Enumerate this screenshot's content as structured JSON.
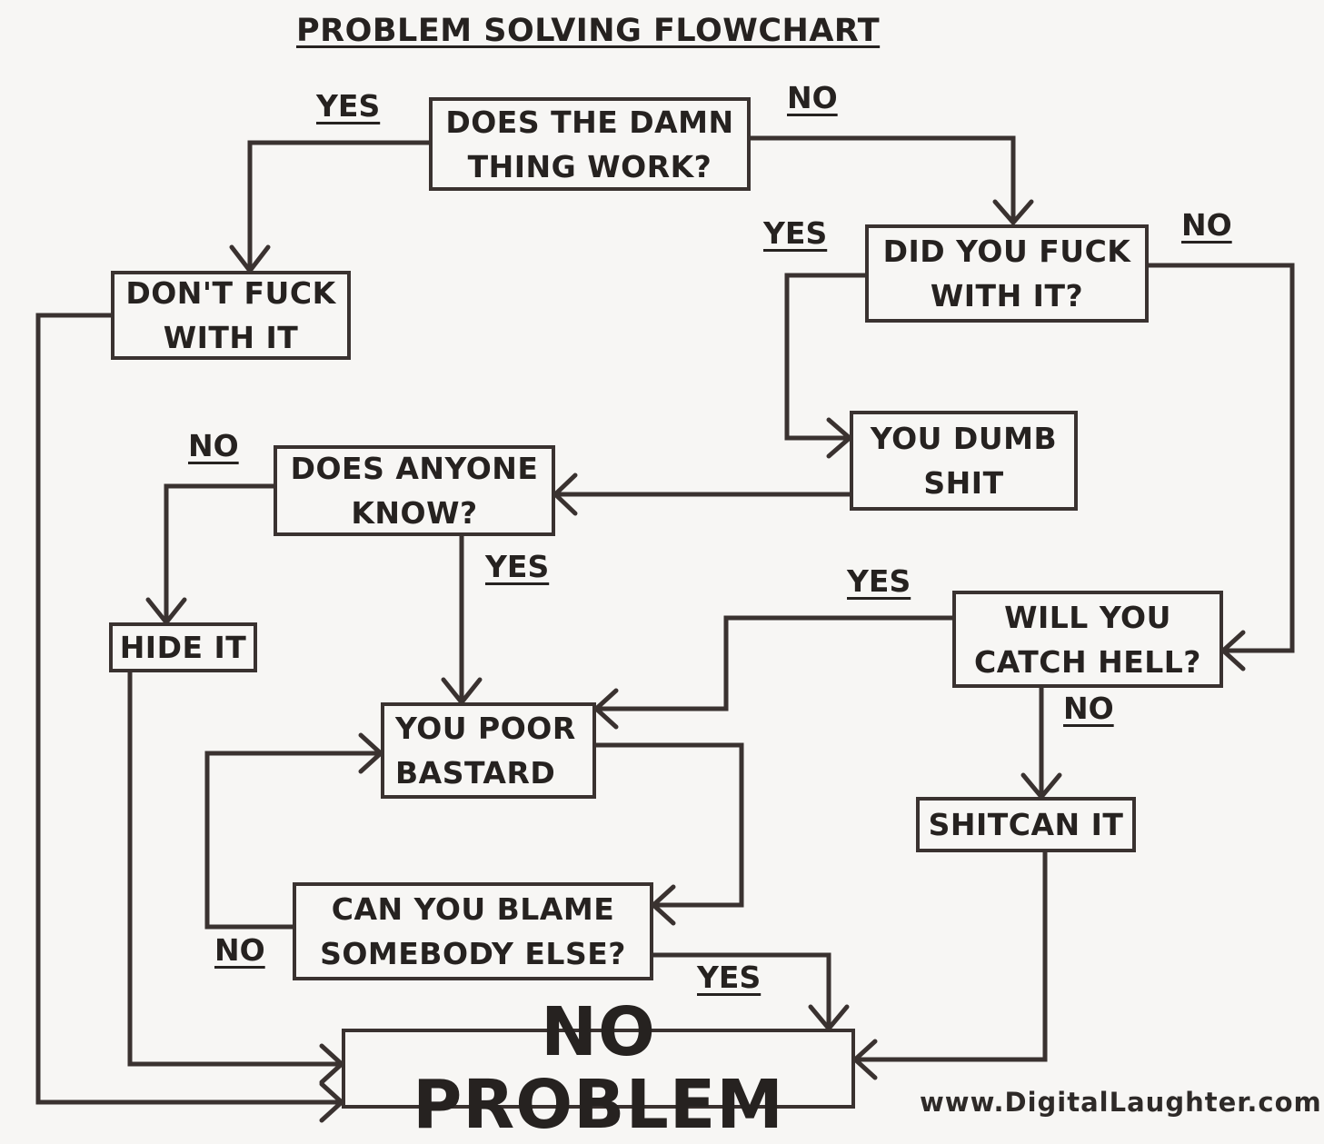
{
  "title": "PROBLEM SOLVING FLOWCHART",
  "nodes": {
    "does_it_work": "DOES THE DAMN\nTHING WORK?",
    "dont_fuck": "DON'T FUCK\nWITH IT",
    "did_you_fuck": "DID YOU FUCK\nWITH IT?",
    "dumb_shit": "YOU DUMB\nSHIT",
    "anyone_know": "DOES ANYONE\nKNOW?",
    "hide_it": "HIDE IT",
    "catch_hell": "WILL YOU\nCATCH HELL?",
    "poor_bastard": "YOU POOR\nBASTARD",
    "shitcan_it": "SHITCAN IT",
    "blame_else": "CAN YOU BLAME\nSOMEBODY ELSE?",
    "no_problem": "NO PROBLEM"
  },
  "labels": {
    "work_yes": "YES",
    "work_no": "NO",
    "fuck_yes": "YES",
    "fuck_no": "NO",
    "know_no": "NO",
    "know_yes": "YES",
    "hell_yes": "YES",
    "hell_no": "NO",
    "blame_no": "NO",
    "blame_yes": "YES"
  },
  "watermark": "www.DigitalLaughter.com"
}
